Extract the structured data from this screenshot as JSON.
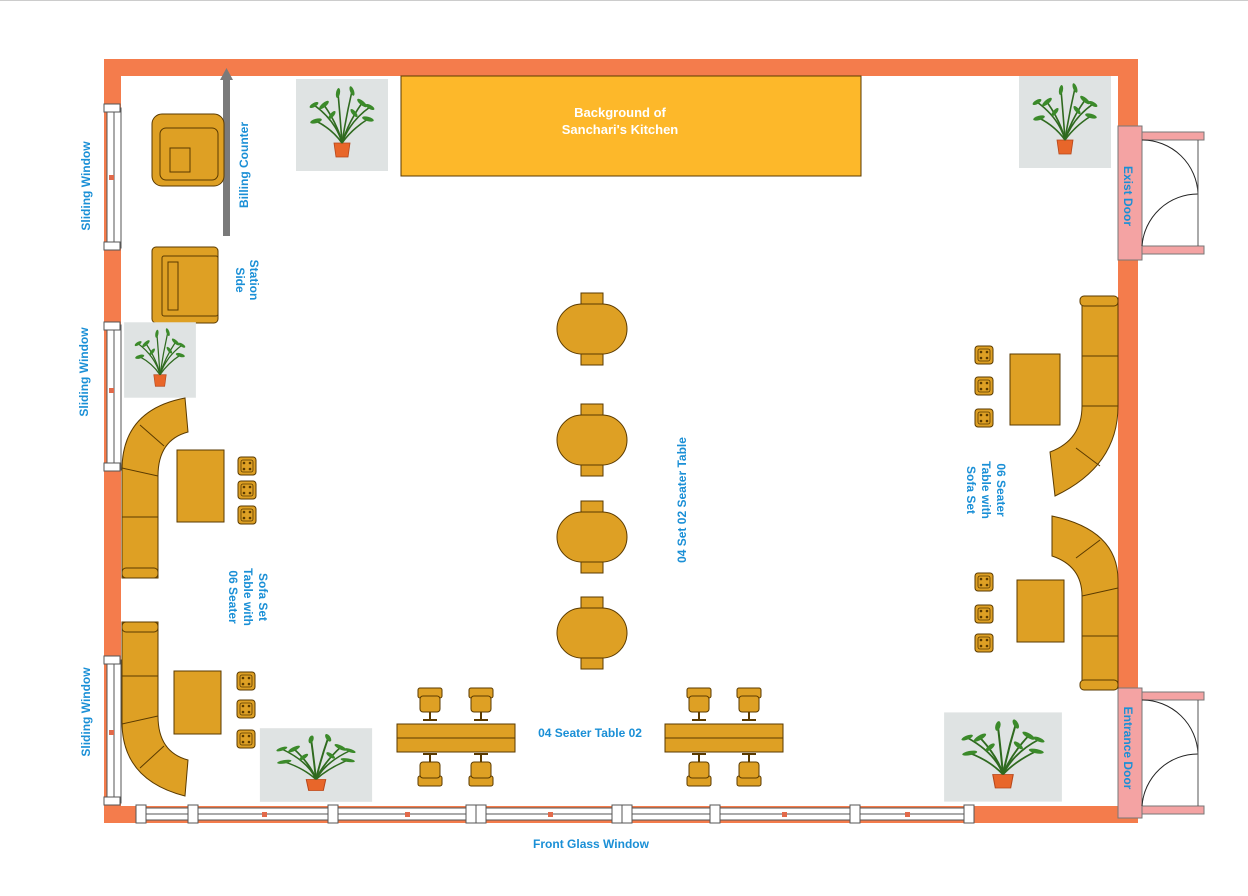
{
  "labels": {
    "kitchen_line1": "Background of",
    "kitchen_line2": "Sanchari's Kitchen",
    "billing_counter": "Billing Counter",
    "side_station_line1": "Side",
    "side_station_line2": "Station",
    "sliding_window_top": "Sliding Window",
    "sliding_window_mid": "Sliding Window",
    "sliding_window_bottom": "Sliding Window",
    "exit_door": "Exist Door",
    "entrance_door": "Entrance Door",
    "front_glass_window": "Front Glass Window",
    "two_seater": "04 Set 02 Seater Table",
    "four_seater": "04 Seater Table 02",
    "six_seater_left_1": "06 Seater",
    "six_seater_left_2": "Table with",
    "six_seater_left_3": "Sofa Set",
    "six_seater_right_1": "06 Seater",
    "six_seater_right_2": "Table with",
    "six_seater_right_3": "Sofa Set"
  },
  "colors": {
    "wall": "#f47c4c",
    "furniture": "#dea024",
    "furniture_stroke": "#5a3a00",
    "kitchen": "#fdb82a",
    "label": "#1a8fd6",
    "door": "#f4a3a3",
    "plant_bg": "#dfe3e3"
  },
  "icons": [
    "plant-icon",
    "armchair-icon",
    "sofa-icon",
    "chair-icon",
    "table-icon",
    "door-swing-icon"
  ]
}
